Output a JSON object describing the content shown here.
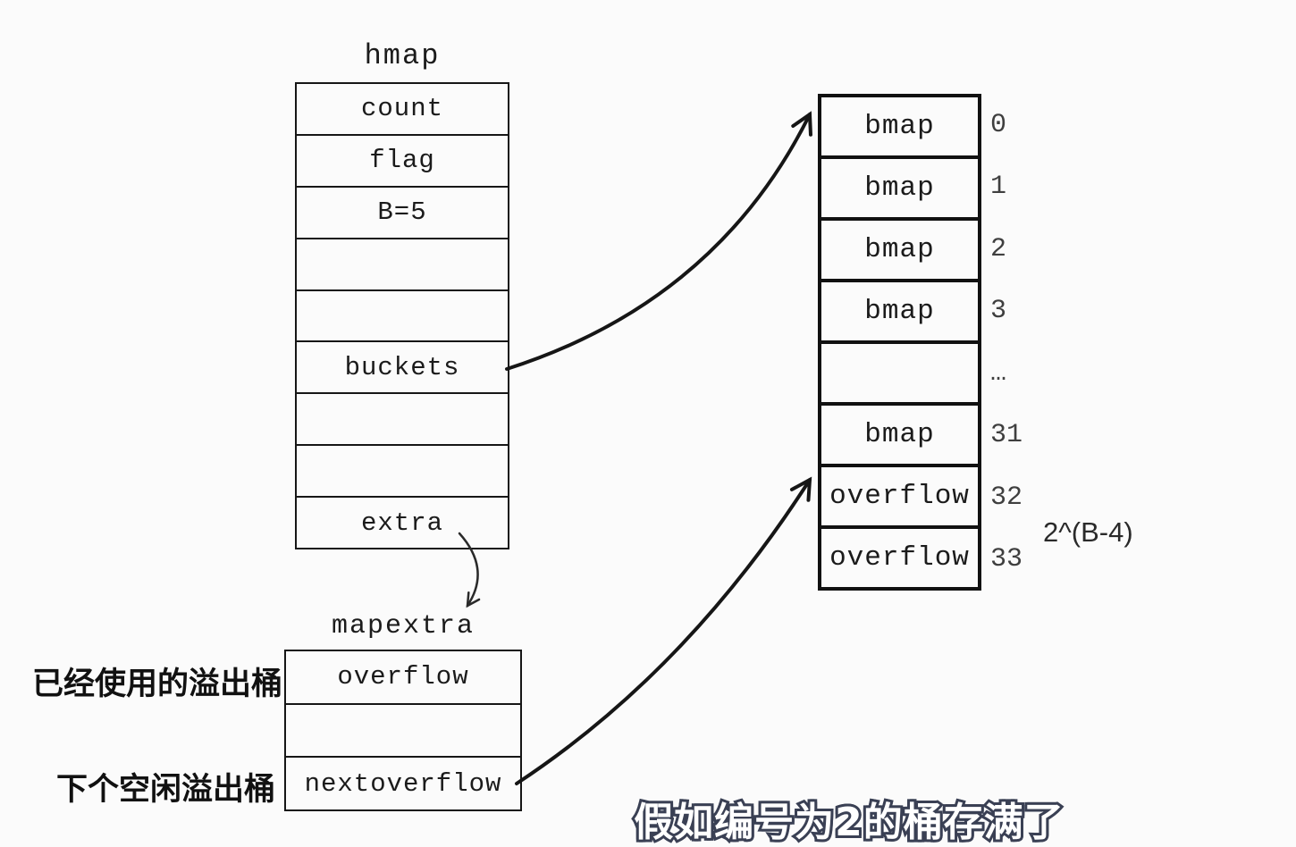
{
  "colors": {
    "background": "#fbfbfb",
    "line": "#161616",
    "text": "#1b1b1b",
    "index_text": "#3f3f3f",
    "subtitle_fill": "#ffffff",
    "subtitle_outline": "#3a4054"
  },
  "hmap": {
    "title": "hmap",
    "cells": [
      "count",
      "flag",
      "B=5",
      "",
      "",
      "buckets",
      "",
      "",
      "extra"
    ]
  },
  "bucket_array": {
    "cells": [
      {
        "label": "bmap",
        "index": "0"
      },
      {
        "label": "bmap",
        "index": "1"
      },
      {
        "label": "bmap",
        "index": "2"
      },
      {
        "label": "bmap",
        "index": "3"
      },
      {
        "label": "",
        "index": "…"
      },
      {
        "label": "bmap",
        "index": "31"
      },
      {
        "label": "overflow",
        "index": "32"
      },
      {
        "label": "overflow",
        "index": "33"
      }
    ],
    "size_label": "2^(B-4)"
  },
  "mapextra": {
    "title": "mapextra",
    "cells": [
      "overflow",
      "",
      "nextoverflow"
    ],
    "annotation_used": "已经使用的溢出桶",
    "annotation_next": "下个空闲溢出桶"
  },
  "subtitle": "假如编号为2的桶存满了"
}
